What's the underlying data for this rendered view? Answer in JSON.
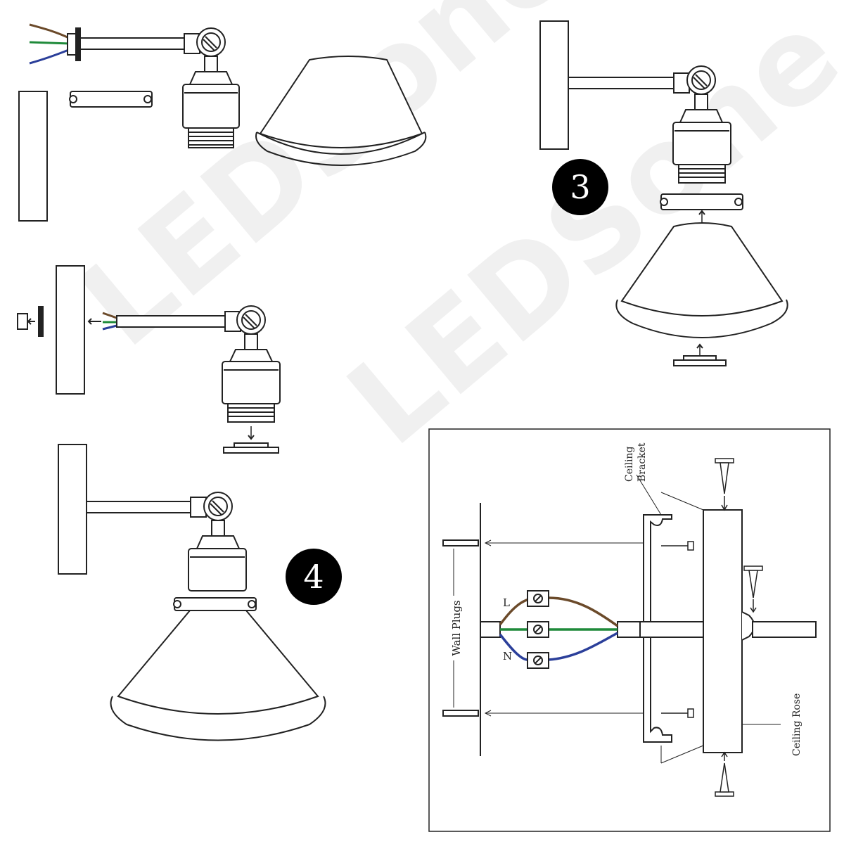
{
  "steps": [
    {
      "number": "3"
    },
    {
      "number": "4"
    }
  ],
  "diagram_labels": {
    "ceiling_bracket": [
      "Ceiling",
      "Bracket"
    ],
    "wall_plugs": "Wall Plugs",
    "ceiling_rose": "Ceiling Rose",
    "live": "L",
    "neutral": "N"
  },
  "wire_colors": {
    "live": "#6b4a2a",
    "earth": "#1f8a3a",
    "neutral": "#2b3f9a"
  },
  "watermark": "LEDSone"
}
